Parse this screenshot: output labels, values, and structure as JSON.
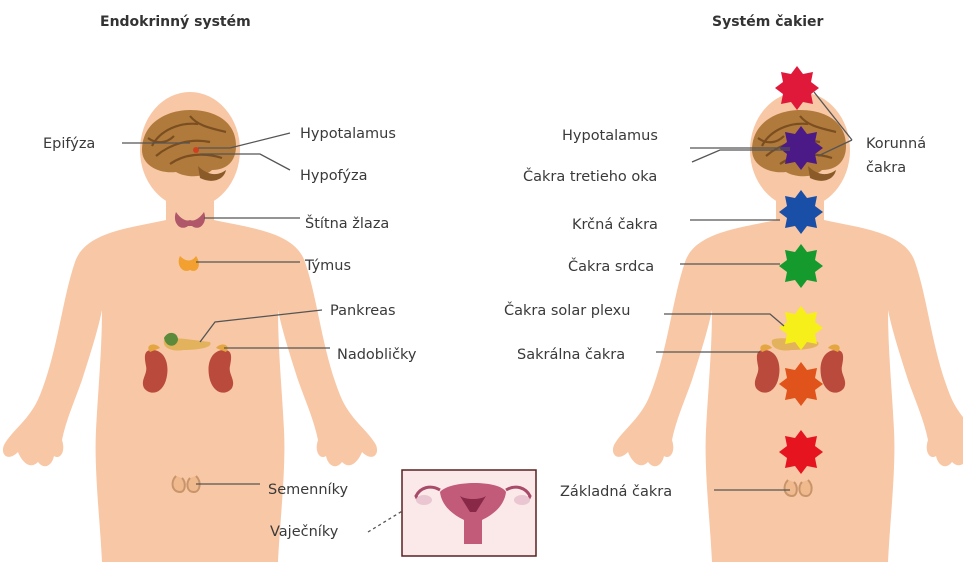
{
  "left_panel": {
    "title": "Endokrinný systém",
    "labels": {
      "epifyza": "Epifýza",
      "hypotalamus": "Hypotalamus",
      "hypofyza": "Hypofýza",
      "stitna": "Štítna žlaza",
      "tymus": "Týmus",
      "pankreas": "Pankreas",
      "nadoblicky": "Nadobličky",
      "semenniky": "Semenníky",
      "vajecniky": "Vaječníky"
    }
  },
  "right_panel": {
    "title": "Systém čakier",
    "labels": {
      "hypotalamus": "Hypotalamus",
      "tretie_oko": "Čakra tretieho oka",
      "korunna_1": "Korunná",
      "korunna_2": "čakra",
      "krcna": "Krčná čakra",
      "srdca": "Čakra srdca",
      "solar": "Čakra solar plexu",
      "sakralna": "Sakrálna čakra",
      "zakladna": "Základná čakra"
    }
  },
  "chakra_colors": {
    "crown": "#e0193b",
    "third_eye": "#4b1a86",
    "throat": "#1a4fa8",
    "heart": "#159a2e",
    "solar": "#f7ef1a",
    "sacral": "#e0531a",
    "root": "#e5141e"
  }
}
